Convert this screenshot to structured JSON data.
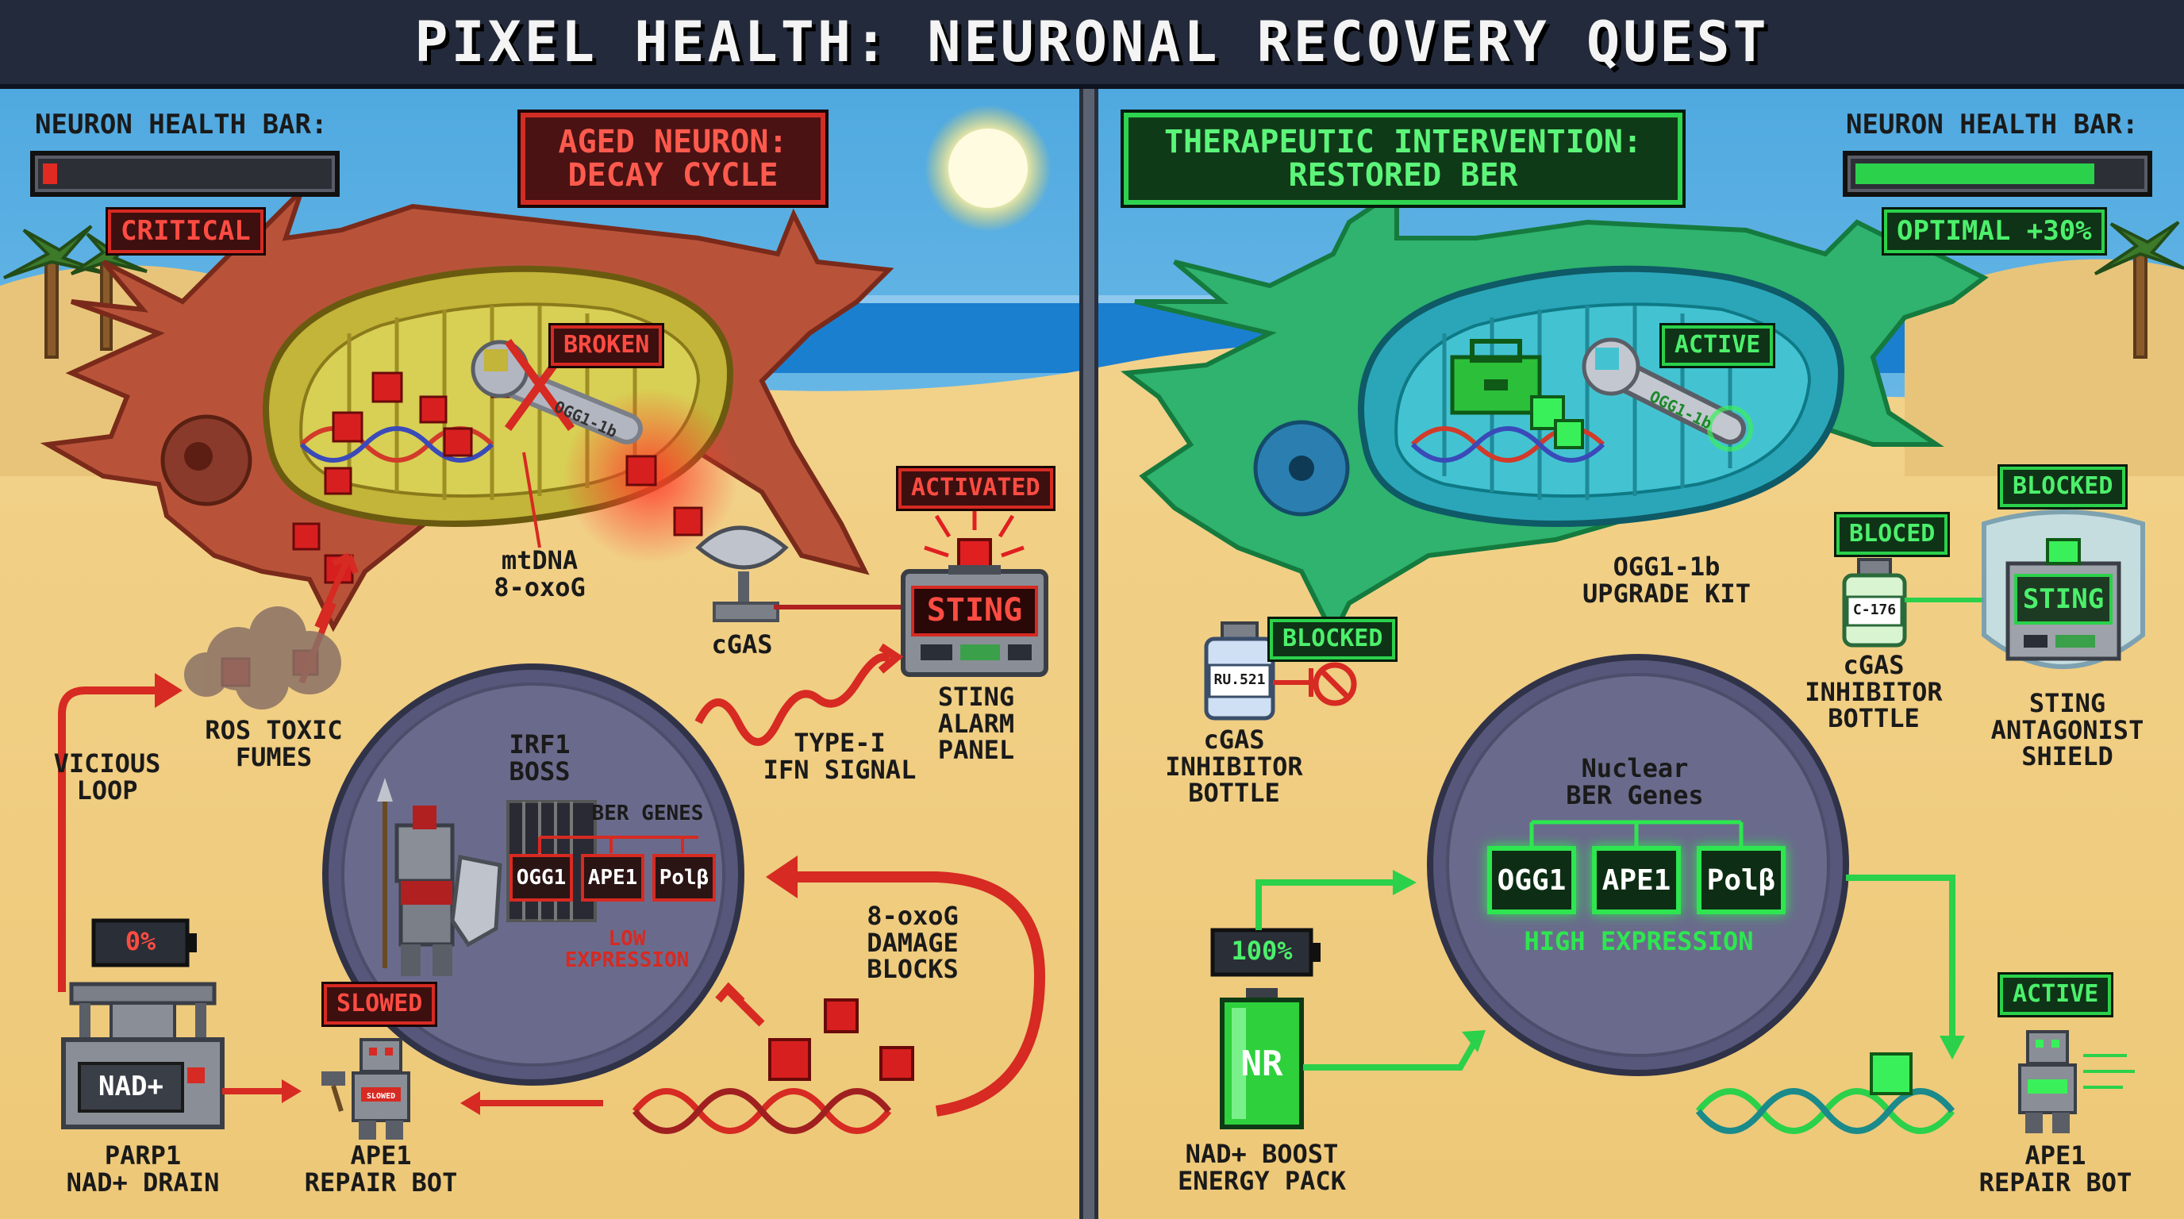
{
  "title": "PIXEL HEALTH: NEURONAL RECOVERY QUEST",
  "left": {
    "health_label": "NEURON HEALTH BAR:",
    "health_level": 0.05,
    "health_status": "CRITICAL",
    "panel_title_line1": "AGED NEURON:",
    "panel_title_line2": "DECAY CYCLE",
    "mito_badge": "BROKEN",
    "wrench_text": "OGG1-1b",
    "mtdna_label": "mtDNA\n8-oxoG",
    "cgas_label": "cGAS",
    "sting_badge": "ACTIVATED",
    "sting_screen": "STING",
    "sting_label": "STING\nALARM\nPANEL",
    "ifn_label": "TYPE-I\nIFN SIGNAL",
    "ros_label": "ROS TOXIC\nFUMES",
    "loop_label": "VICIOUS\nLOOP",
    "boss_label": "IRF1\nBOSS",
    "ber_genes_label": "BER GENES",
    "genes": [
      "OGG1",
      "APE1",
      "Polβ"
    ],
    "low_expr": "LOW\nEXPRESSION",
    "damage_label": "8-oxoG\nDAMAGE\nBLOCKS",
    "battery_pct": "0%",
    "nad_machine": "NAD+",
    "parp_label": "PARP1\nNAD+ DRAIN",
    "ape_badge": "SLOWED",
    "ape_chest": "SLOWED",
    "ape_label": "APE1\nREPAIR BOT"
  },
  "right": {
    "health_label": "NEURON HEALTH BAR:",
    "health_level": 0.84,
    "health_status": "OPTIMAL +30%",
    "panel_title_line1": "THERAPEUTIC INTERVENTION:",
    "panel_title_line2": "RESTORED BER",
    "mito_badge": "ACTIVE",
    "wrench_text": "OGG1-1b",
    "kit_label": "OGG1-1b\nUPGRADE KIT",
    "bottle1_badge": "BLOCKED",
    "bottle1_text": "RU.521",
    "bottle1_label": "cGAS\nINHIBITOR\nBOTTLE",
    "bottle2_badge": "BLOCED",
    "bottle2_text": "C-176",
    "bottle2_label": "cGAS\nINHIBITOR\nBOTTLE",
    "shield_badge": "BLOCKED",
    "shield_screen": "STING",
    "shield_label": "STING\nANTAGONIST\nSHIELD",
    "nuclear_label": "Nuclear\nBER Genes",
    "genes": [
      "OGG1",
      "APE1",
      "Polβ"
    ],
    "high_expr": "HIGH EXPRESSION",
    "battery_pct": "100%",
    "nr_text": "NR",
    "nr_label": "NAD+ BOOST\nENERGY PACK",
    "ape_badge": "ACTIVE",
    "ape_label": "APE1\nREPAIR BOT"
  },
  "colors": {
    "sky": "#5fb6e6",
    "sea": "#1b7fd0",
    "sand": "#f0cf85",
    "neuron_aged": "#b8533a",
    "neuron_healthy": "#2fb36e",
    "alert_red": "#d62a22",
    "ok_green": "#2bd14b"
  }
}
